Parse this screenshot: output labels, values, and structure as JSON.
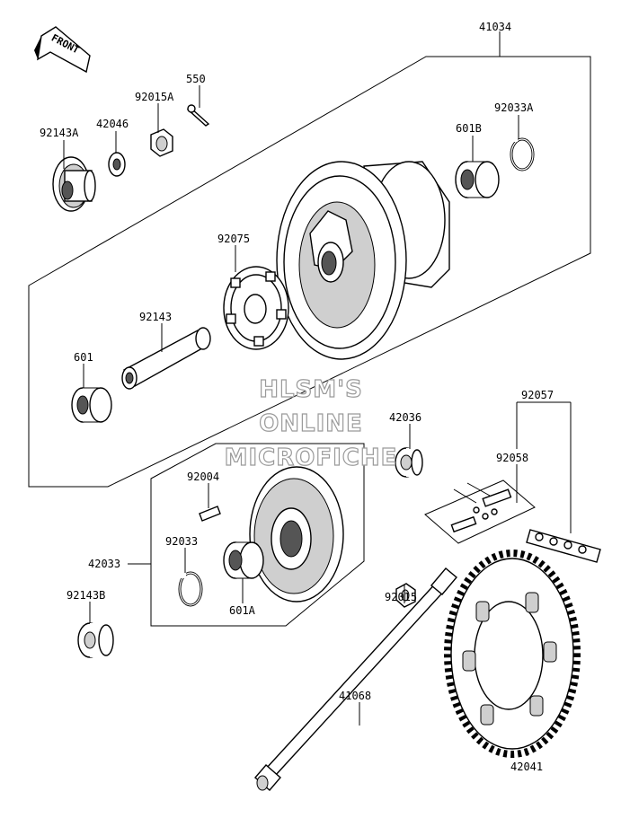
{
  "front_arrow": {
    "text": "FRONT",
    "icon": "front-arrow-icon"
  },
  "watermark": {
    "line1": "HLSM'S",
    "line2": "ONLINE",
    "line3": "MICROFICHE"
  },
  "labels": {
    "p41034": "41034",
    "p550": "550",
    "p92015A": "92015A",
    "p42046": "42046",
    "p92143A": "92143A",
    "p601B": "601B",
    "p92033A": "92033A",
    "p92075": "92075",
    "p92143": "92143",
    "p601": "601",
    "p42036": "42036",
    "p92057": "92057",
    "p92058": "92058",
    "p92004": "92004",
    "p92033": "92033",
    "p42033": "42033",
    "p601A": "601A",
    "p92143B": "92143B",
    "p92015": "92015",
    "p41068": "41068",
    "p42041": "42041"
  }
}
